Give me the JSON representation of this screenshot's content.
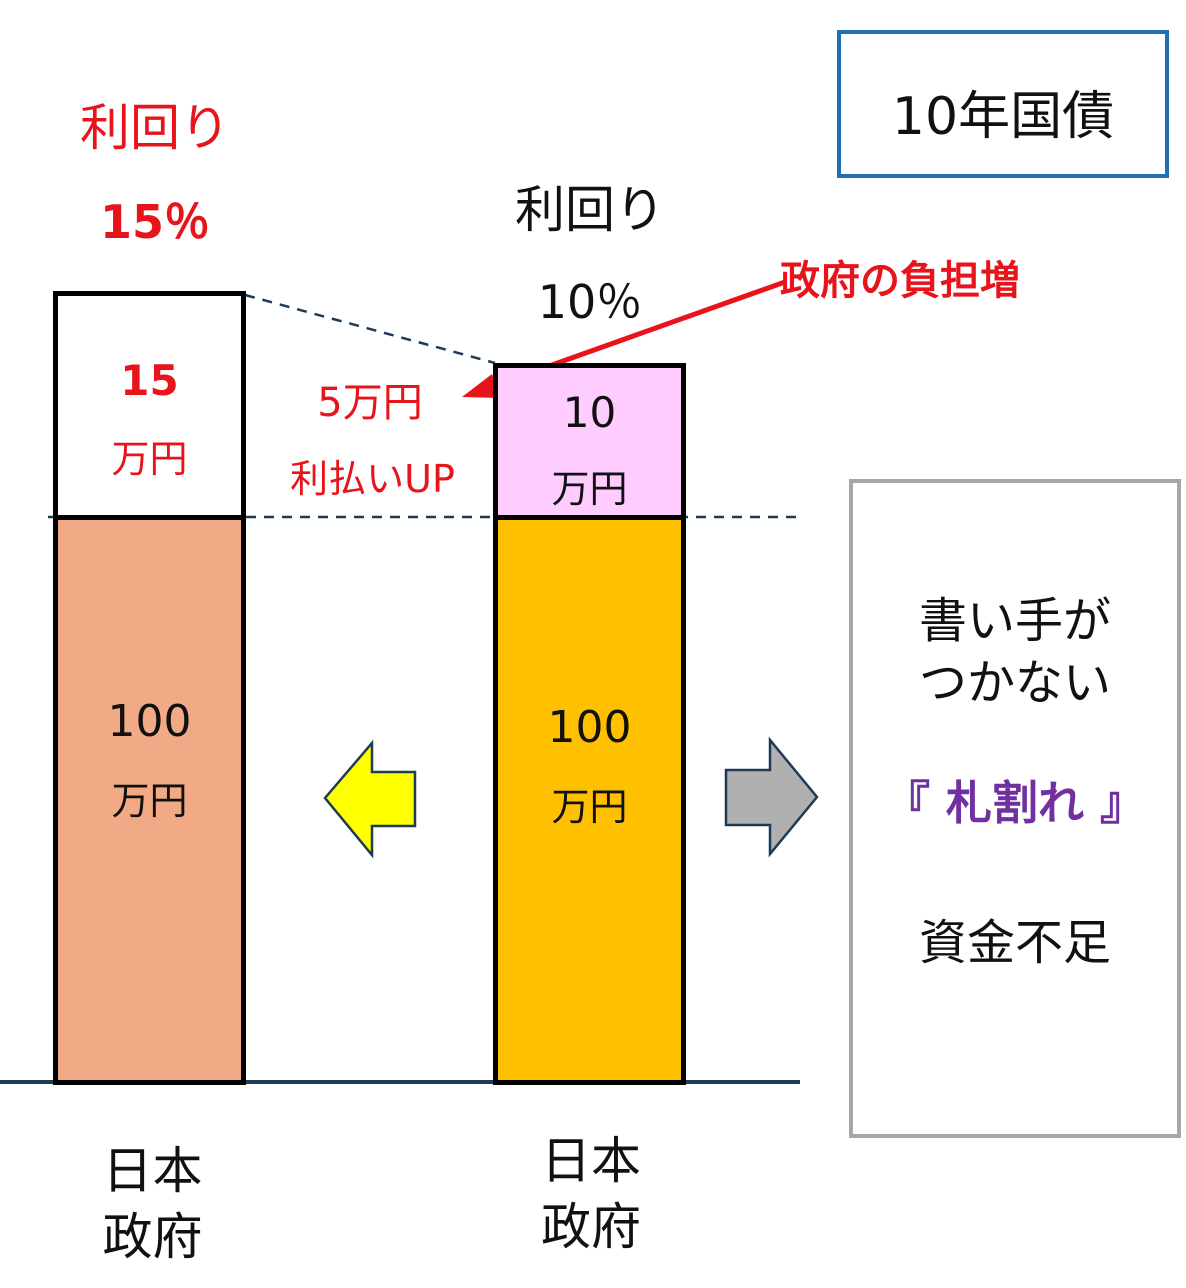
{
  "title_box": {
    "text": "10年国債",
    "border_color": "#1f6fb4"
  },
  "left": {
    "yield_label": "利回り",
    "yield_value": "15％",
    "top_block": {
      "amount": "15",
      "unit": "万円",
      "color": "#ffffff"
    },
    "bottom_block": {
      "amount": "100",
      "unit": "万円",
      "color": "#f2a986"
    },
    "bar_caption": [
      "日本",
      "政府"
    ]
  },
  "right": {
    "yield_label": "利回り",
    "yield_value": "10％",
    "top_block": {
      "amount": "10",
      "unit": "万円",
      "color": "#ffccff"
    },
    "bottom_block": {
      "amount": "100",
      "unit": "万円",
      "color": "#ffc000"
    },
    "bar_caption": [
      "日本",
      "政府"
    ]
  },
  "middle": {
    "increase": "5万円",
    "increase_note": "利払いUP",
    "burden_callout": "政府の負担増",
    "left_arrow_color": "#ffff00",
    "right_arrow_color": "#b0b0b0"
  },
  "side_box": {
    "line1": "書い手が",
    "line2": "つかない",
    "highlight": "『 札割れ 』",
    "highlight_color": "#7030a0",
    "line3": "資金不足",
    "border_color": "#a6a6a6"
  }
}
